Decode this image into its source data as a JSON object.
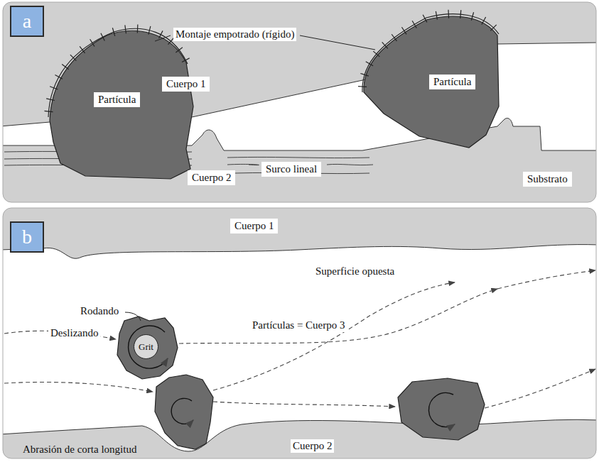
{
  "diagram": {
    "nodes": [
      {
        "text": [
          "a"
        ]
      },
      {
        "text": [
          "Cuerpo 1"
        ]
      },
      {
        "text": [
          "Partícula"
        ]
      },
      {
        "text": [
          "Partícula"
        ]
      },
      {
        "text": [
          "Surco lineal"
        ]
      },
      {
        "text": [
          "Cuerpo 2"
        ]
      },
      {
        "text": [
          "Substrato"
        ]
      },
      {
        "text": [
          "b"
        ]
      },
      {
        "text": [
          "Cuerpo 1"
        ]
      },
      {
        "text": [
          "Grit"
        ]
      }
    ],
    "labels": [
      "Montaje empotrado (rígido)",
      "Superficie opuesta",
      "Rodando",
      "Partículas = Cuerpo 3",
      "Deslizando",
      "Abrasión de corta longitud",
      "Cuerpo 2"
    ]
  }
}
